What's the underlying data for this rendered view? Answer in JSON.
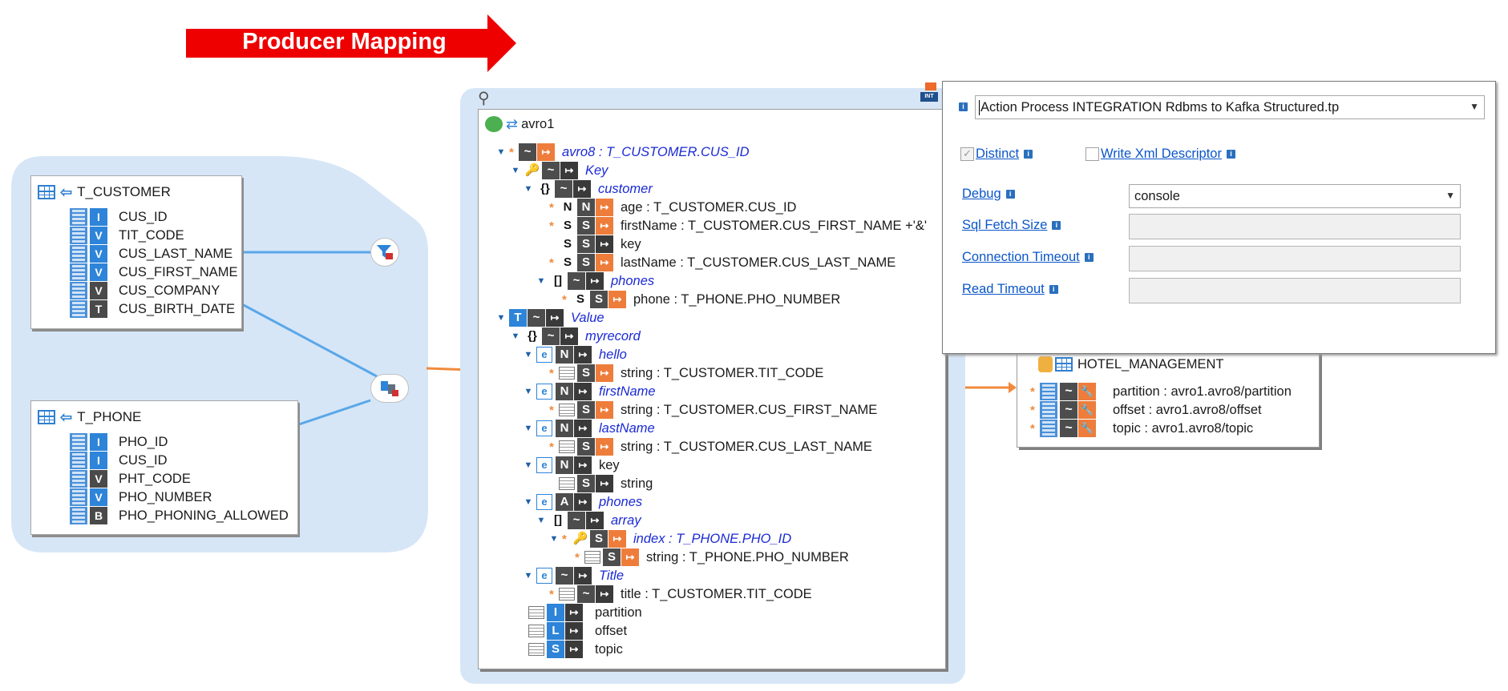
{
  "banner": {
    "text": "Producer Mapping",
    "color": "#ee0000"
  },
  "source_tables": [
    {
      "name": "T_CUSTOMER",
      "columns": [
        {
          "name": "CUS_ID",
          "type": "I",
          "pk": true
        },
        {
          "name": "TIT_CODE",
          "type": "V"
        },
        {
          "name": "CUS_LAST_NAME",
          "type": "V"
        },
        {
          "name": "CUS_FIRST_NAME",
          "type": "V"
        },
        {
          "name": "CUS_COMPANY",
          "type": "V"
        },
        {
          "name": "CUS_BIRTH_DATE",
          "type": "T"
        }
      ]
    },
    {
      "name": "T_PHONE",
      "columns": [
        {
          "name": "PHO_ID",
          "type": "I",
          "pk": true
        },
        {
          "name": "CUS_ID",
          "type": "I"
        },
        {
          "name": "PHT_CODE",
          "type": "V"
        },
        {
          "name": "PHO_NUMBER",
          "type": "V"
        },
        {
          "name": "PHO_PHONING_ALLOWED",
          "type": "B"
        }
      ]
    }
  ],
  "mapping": {
    "root_label": "avro1",
    "nodes": [
      {
        "label": "avro8 : T_CUSTOMER.CUS_ID",
        "italic": true
      },
      {
        "label": "Key",
        "italic": true
      },
      {
        "label": "customer",
        "italic": true,
        "kind": "{}"
      },
      {
        "label": "age : T_CUSTOMER.CUS_ID",
        "kind": "N"
      },
      {
        "label": "firstName : T_CUSTOMER.CUS_FIRST_NAME  +'&'",
        "kind": "S"
      },
      {
        "label": "key",
        "kind": "S"
      },
      {
        "label": "lastName : T_CUSTOMER.CUS_LAST_NAME",
        "kind": "S"
      },
      {
        "label": "phones",
        "italic": true,
        "kind": "[]"
      },
      {
        "label": "phone : T_PHONE.PHO_NUMBER",
        "kind": "S"
      },
      {
        "label": "Value",
        "italic": true
      },
      {
        "label": "myrecord",
        "italic": true,
        "kind": "{}"
      },
      {
        "label": "hello",
        "italic": true,
        "kind": "e"
      },
      {
        "label": "string : T_CUSTOMER.TIT_CODE"
      },
      {
        "label": "firstName",
        "italic": true,
        "kind": "e"
      },
      {
        "label": "string : T_CUSTOMER.CUS_FIRST_NAME"
      },
      {
        "label": "lastName",
        "italic": true,
        "kind": "e"
      },
      {
        "label": "string : T_CUSTOMER.CUS_LAST_NAME"
      },
      {
        "label": "key",
        "kind": "e"
      },
      {
        "label": "string"
      },
      {
        "label": "phones",
        "italic": true,
        "kind": "e"
      },
      {
        "label": "array",
        "italic": true,
        "kind": "[]"
      },
      {
        "label": "index : T_PHONE.PHO_ID",
        "italic": true
      },
      {
        "label": "string : T_PHONE.PHO_NUMBER"
      },
      {
        "label": "Title",
        "italic": true,
        "kind": "e"
      },
      {
        "label": "title : T_CUSTOMER.TIT_CODE"
      },
      {
        "label": "partition",
        "kind": "I"
      },
      {
        "label": "offset",
        "kind": "L"
      },
      {
        "label": "topic",
        "kind": "S"
      }
    ]
  },
  "target": {
    "name": "HOTEL_MANAGEMENT",
    "rows": [
      "partition : avro1.avro8/partition",
      "offset : avro1.avro8/offset",
      "topic : avro1.avro8/topic"
    ]
  },
  "popup": {
    "process": "Action Process INTEGRATION Rdbms to Kafka Structured.tp",
    "distinct_label": "Distinct",
    "distinct_checked": true,
    "write_xml_label": "Write Xml Descriptor",
    "write_xml_checked": false,
    "fields": [
      {
        "label": "Debug",
        "value": "console",
        "dropdown": true
      },
      {
        "label": "Sql Fetch Size",
        "value": ""
      },
      {
        "label": "Connection Timeout",
        "value": ""
      },
      {
        "label": "Read Timeout",
        "value": ""
      }
    ]
  },
  "colors": {
    "accent_blue": "#2d84d8",
    "orange": "#ee7d3b",
    "link": "#0b56c9",
    "node_italic": "#1a2ad4"
  }
}
